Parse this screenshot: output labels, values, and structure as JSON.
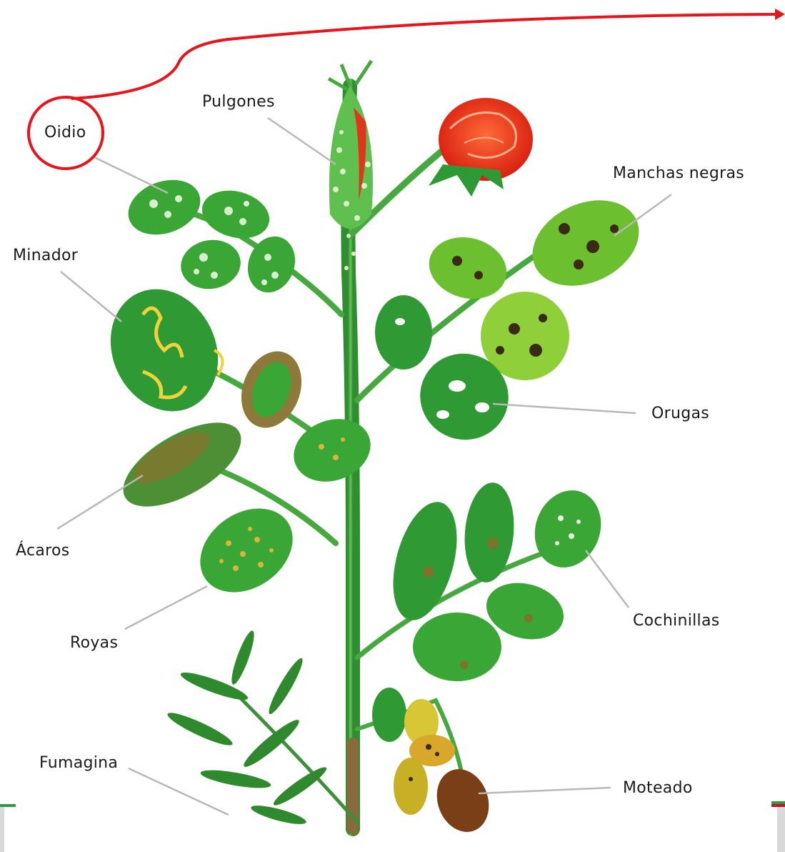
{
  "labels": {
    "oidio": "Oidio",
    "pulgones": "Pulgones",
    "manchas_negras": "Manchas negras",
    "minador": "Minador",
    "orugas": "Orugas",
    "acaros": "Ácaros",
    "cochinillas": "Cochinillas",
    "royas": "Royas",
    "fumagina": "Fumagina",
    "moteado": "Moteado"
  },
  "colors": {
    "highlight": "#e8141b",
    "leaf": "#3aa635",
    "leaf_dark": "#1f7a2a",
    "stem": "#55b54a",
    "rose": "#f0381c",
    "leader_line": "#b8b8b8"
  },
  "highlighted_label": "Oidio"
}
